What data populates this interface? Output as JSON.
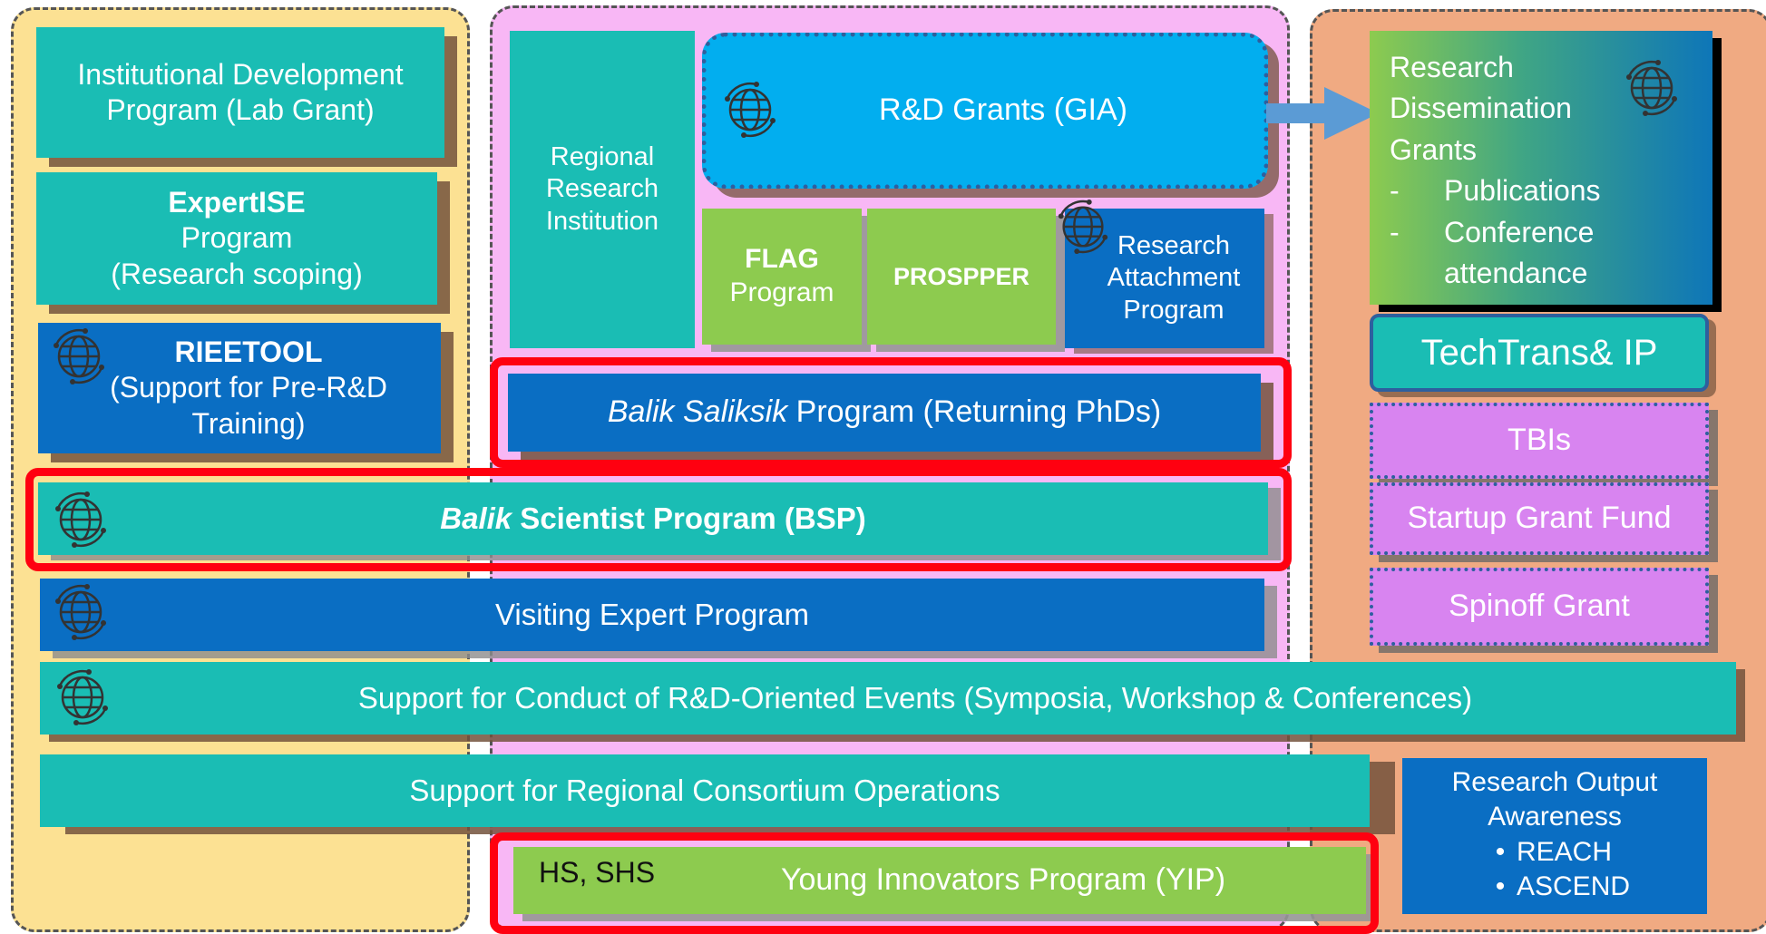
{
  "colors": {
    "yellow_panel": "#FCE193",
    "pink_panel": "#F8B7F5",
    "orange_panel": "#F0AA82",
    "teal": "#1ABDB4",
    "blue": "#0A6EC3",
    "light_blue": "#02AEEF",
    "green": "#8DCB4F",
    "purple": "#D884F0",
    "red_outline": "#FF0010"
  },
  "icons": {
    "globe": "globe-network-icon",
    "arrow": "right-arrow-icon"
  },
  "left": {
    "lab_grant": "Institutional Development Program (Lab Grant)",
    "expertise_title": "ExpertISE",
    "expertise_program": "Program",
    "expertise_sub": "(Research scoping)",
    "rieetool_title": "RIEETOOL",
    "rieetool_sub": "(Support for Pre-R&D Training)"
  },
  "middle": {
    "regional": "Regional Research Institution",
    "gia": "R&D Grants (GIA)",
    "flag_title": "FLAG",
    "flag_sub": "Program",
    "prospper": "PROSPPER",
    "attachment": "Research Attachment Program",
    "balik_saliksik_italic": "Balik Saliksik",
    "balik_saliksik_rest": " Program (Returning PhDs)"
  },
  "wide": {
    "bsp_italic": "Balik",
    "bsp_rest": " Scientist Program (BSP)",
    "visiting": "Visiting Expert Program",
    "events": "Support for Conduct of R&D-Oriented Events (Symposia, Workshop & Conferences)",
    "consortium": "Support for Regional Consortium Operations",
    "yip_grade": "HS, SHS",
    "yip": "Young Innovators Program (YIP)"
  },
  "right": {
    "dissemination_title": "Research Dissemination Grants",
    "dissemination_items": [
      "Publications",
      "Conference attendance"
    ],
    "techtrans": "TechTrans& IP",
    "tbis": "TBIs",
    "startup": "Startup Grant Fund",
    "spinoff": "Spinoff Grant",
    "awareness_title": "Research Output Awareness",
    "awareness_items": [
      "REACH",
      "ASCEND"
    ]
  }
}
